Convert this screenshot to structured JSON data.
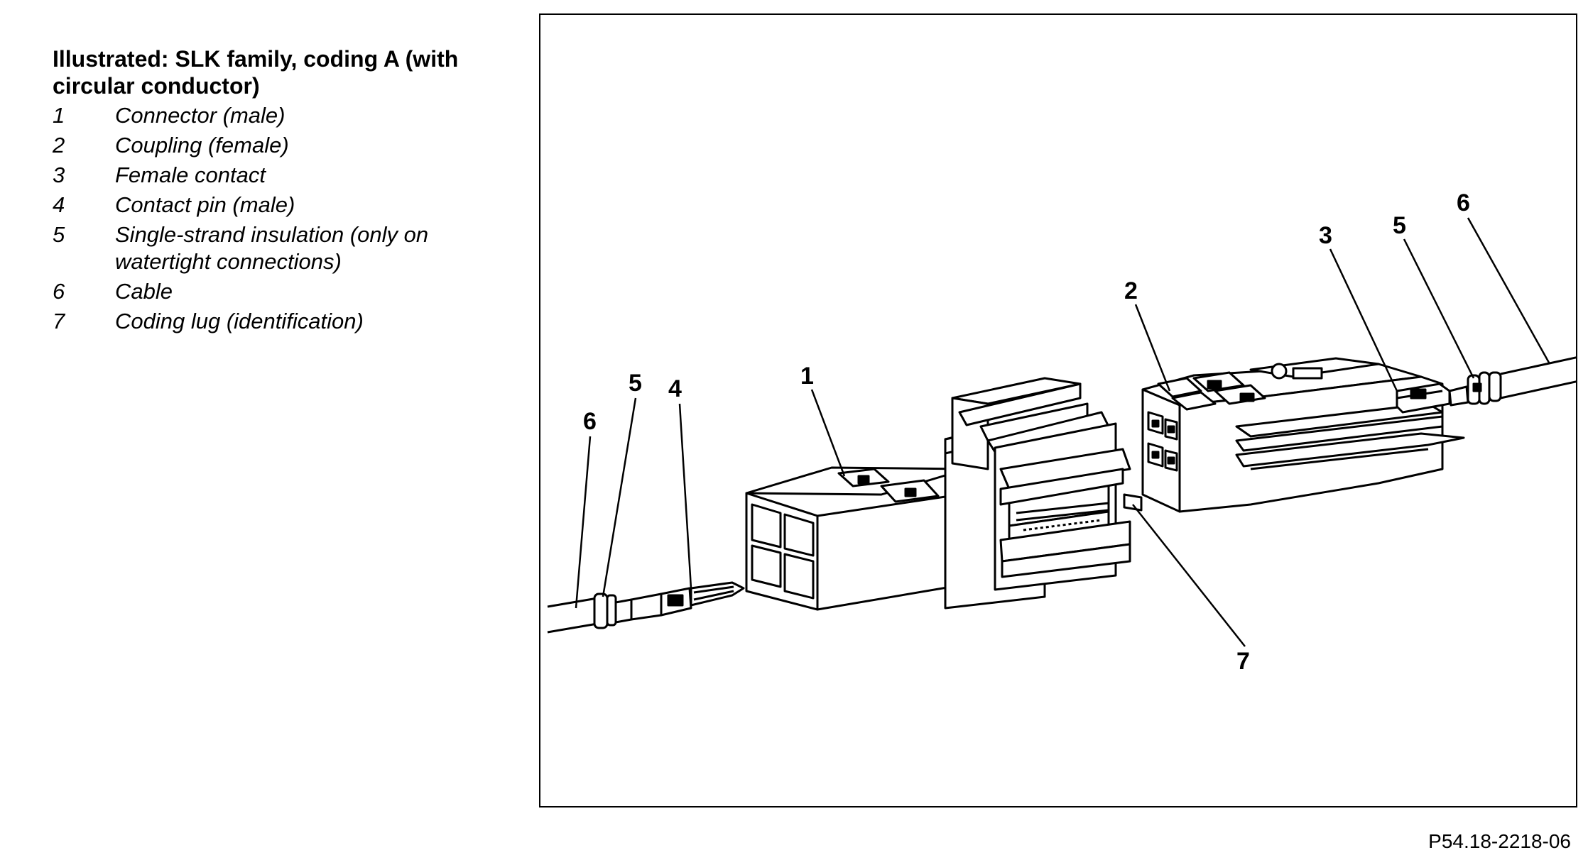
{
  "legend": {
    "title": "Illustrated: SLK family, coding A (with circular conductor)",
    "items": [
      {
        "num": "1",
        "text": "Connector (male)"
      },
      {
        "num": "2",
        "text": "Coupling (female)"
      },
      {
        "num": "3",
        "text": "Female contact"
      },
      {
        "num": "4",
        "text": "Contact pin (male)"
      },
      {
        "num": "5",
        "text": "Single-strand insulation (only on watertight connections)"
      },
      {
        "num": "6",
        "text": "Cable"
      },
      {
        "num": "7",
        "text": "Coding lug (identification)"
      }
    ]
  },
  "diagram": {
    "callouts": [
      "1",
      "2",
      "3",
      "4",
      "5",
      "6",
      "5",
      "6",
      "7"
    ]
  },
  "figure_code": "P54.18-2218-06"
}
